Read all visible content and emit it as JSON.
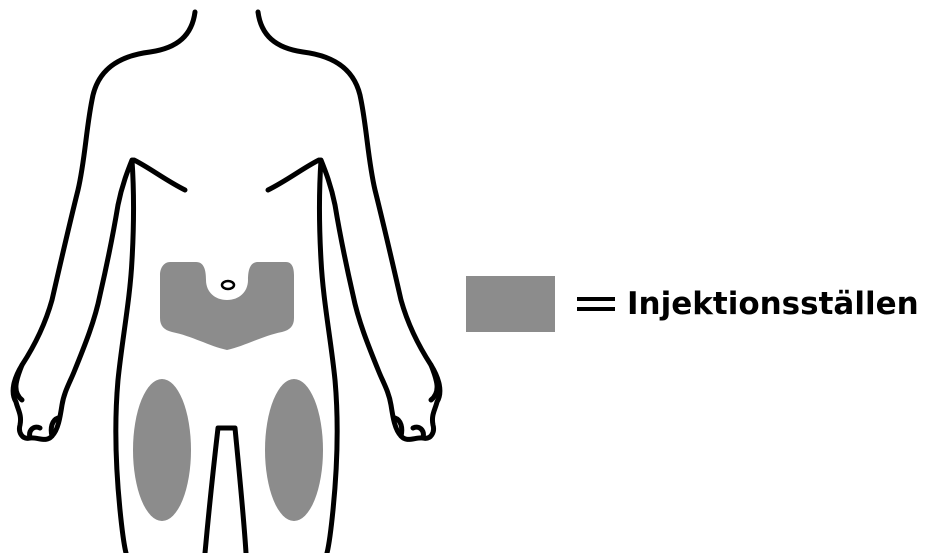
{
  "legend": {
    "label": "Injektionsställen"
  },
  "colors": {
    "injection_site": "#8c8c8c",
    "outline": "#000000",
    "background": "#ffffff"
  },
  "figure": {
    "regions": [
      {
        "name": "abdomen-injection-site",
        "icon": "abdomen-region"
      },
      {
        "name": "right-thigh-injection-site",
        "icon": "thigh-region"
      },
      {
        "name": "left-thigh-injection-site",
        "icon": "thigh-region"
      }
    ]
  }
}
